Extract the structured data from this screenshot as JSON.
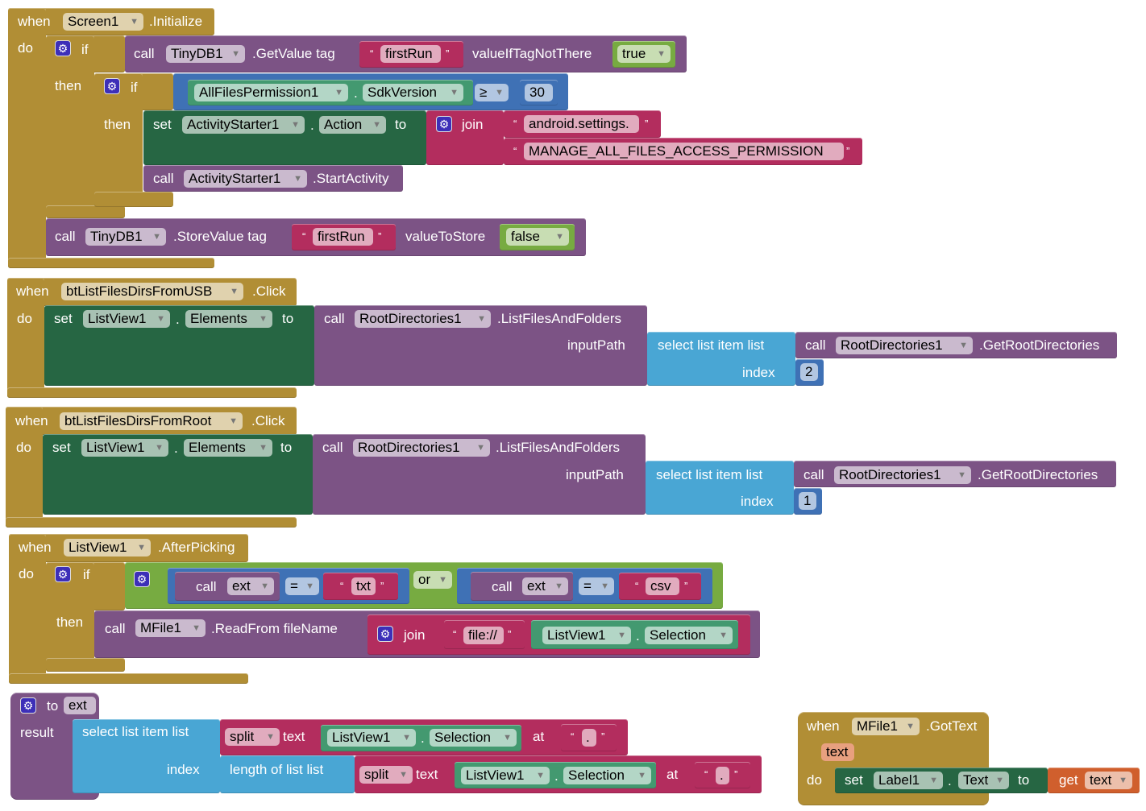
{
  "quote_open": "“",
  "quote_close": "”",
  "dot": ".",
  "icons": {
    "mutator": "gear-icon",
    "dropdown": "chevron-down-icon"
  },
  "colors": {
    "event": "#b18e35",
    "procedure": "#7c5385",
    "text": "#b32d5e",
    "math": "#3f71b5",
    "component_setter": "#266643",
    "component_getter": "#439970",
    "lists": "#49a6d4",
    "logic": "#77ab41",
    "variable": "#d05f2d"
  },
  "init": {
    "when": "when",
    "component": "Screen1",
    "event": ".Initialize",
    "do": "do",
    "if1": "if",
    "then1": "then",
    "call1": "call",
    "db1": "TinyDB1",
    "getvalue": ".GetValue  tag",
    "tag1": "firstRun",
    "value_if_not_there": "valueIfTagNotThere",
    "default": "true",
    "if2": "if",
    "then2": "then",
    "perm": "AllFilesPermission1",
    "sdk": "SdkVersion",
    "op": "≥",
    "num": "30",
    "set": "set",
    "starter": "ActivityStarter1",
    "action": "Action",
    "to": "to",
    "join": "join",
    "str1": "android.settings.",
    "str2": "MANAGE_ALL_FILES_ACCESS_PERMISSION",
    "call2": "call",
    "starter2": "ActivityStarter1",
    "start": ".StartActivity",
    "call3": "call",
    "db2": "TinyDB1",
    "store": ".StoreValue  tag",
    "tag2": "firstRun",
    "value_to_store": "valueToStore",
    "value": "false"
  },
  "usb": {
    "when": "when",
    "component": "btListFilesDirsFromUSB",
    "event": ".Click",
    "do": "do",
    "set": "set",
    "listview": "ListView1",
    "prop": "Elements",
    "to": "to",
    "call": "call",
    "root": "RootDirectories1",
    "method": ".ListFilesAndFolders",
    "input_path": "inputPath",
    "select": "select list item  list",
    "index": "index",
    "call2": "call",
    "root2": "RootDirectories1",
    "method2": ".GetRootDirectories",
    "index_value": "2"
  },
  "root": {
    "when": "when",
    "component": "btListFilesDirsFromRoot",
    "event": ".Click",
    "do": "do",
    "set": "set",
    "listview": "ListView1",
    "prop": "Elements",
    "to": "to",
    "call": "call",
    "root": "RootDirectories1",
    "method": ".ListFilesAndFolders",
    "input_path": "inputPath",
    "select": "select list item  list",
    "index": "index",
    "call2": "call",
    "root2": "RootDirectories1",
    "method2": ".GetRootDirectories",
    "index_value": "1"
  },
  "pick": {
    "when": "when",
    "component": "ListView1",
    "event": ".AfterPicking",
    "do": "do",
    "if": "if",
    "then": "then",
    "call1": "call",
    "ext1": "ext",
    "eq1": "=",
    "s1": "txt",
    "or": "or",
    "call2": "call",
    "ext2": "ext",
    "eq2": "=",
    "s2": "csv",
    "call3": "call",
    "file": "MFile1",
    "readfrom": ".ReadFrom  fileName",
    "join": "join",
    "s3": "file://",
    "listview": "ListView1",
    "selection": "Selection"
  },
  "proc": {
    "to": "to",
    "name": "ext",
    "result": "result",
    "select": "select list item  list",
    "index": "index",
    "length": "length of list  list",
    "split1": "split",
    "text1": "text",
    "lv1": "ListView1",
    "sel1": "Selection",
    "at1": "at",
    "sep1": ".",
    "split2": "split",
    "text2": "text",
    "lv2": "ListView1",
    "sel2": "Selection",
    "at2": "at",
    "sep2": "."
  },
  "gottext": {
    "when": "when",
    "component": "MFile1",
    "event": ".GotText",
    "param": "text",
    "do": "do",
    "set": "set",
    "label": "Label1",
    "prop": "Text",
    "to": "to",
    "get": "get",
    "var": "text"
  }
}
